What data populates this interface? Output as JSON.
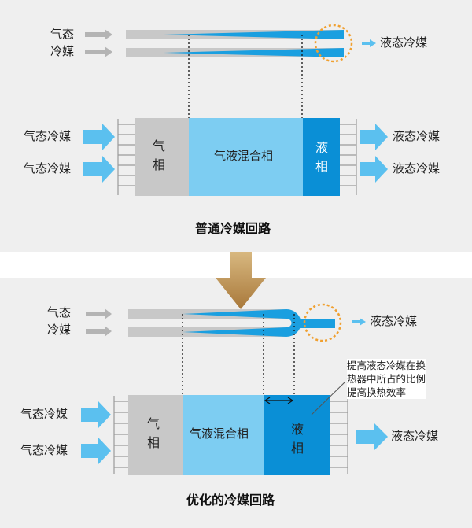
{
  "top": {
    "pipe_label_line1": "气态",
    "pipe_label_line2": "冷媒",
    "pipe_outlet": "液态冷媒",
    "in_left_1": "气态冷媒",
    "in_left_2": "气态冷媒",
    "out_right_1": "液态冷媒",
    "out_right_2": "液态冷媒",
    "gas_phase": [
      "气",
      "相"
    ],
    "mixed_phase": "气液混合相",
    "liquid_phase": [
      "液",
      "相"
    ],
    "caption": "普通冷媒回路"
  },
  "bottom": {
    "pipe_label_line1": "气态",
    "pipe_label_line2": "冷媒",
    "pipe_outlet": "液态冷媒",
    "in_left_1": "气态冷媒",
    "in_left_2": "气态冷媒",
    "out_right": "液态冷媒",
    "gas_phase": [
      "气",
      "相"
    ],
    "mixed_phase": "气液混合相",
    "liquid_phase": [
      "液",
      "相"
    ],
    "note": [
      "提高液态冷媒在换",
      "热器中所占的比例",
      "提高换热效率"
    ],
    "caption": "优化的冷媒回路"
  },
  "colors": {
    "panel": "#efefef",
    "gas": "#c8c8c8",
    "mixed": "#7dcdf2",
    "liquid": "#0a8fd6",
    "pipe_blue": "#1a9fe0",
    "arrow_blue": "#5bc0ef",
    "arrow_gray": "#b4b4b4",
    "transition_arrow": "#c8a060",
    "highlight_circle": "#f0a030"
  }
}
